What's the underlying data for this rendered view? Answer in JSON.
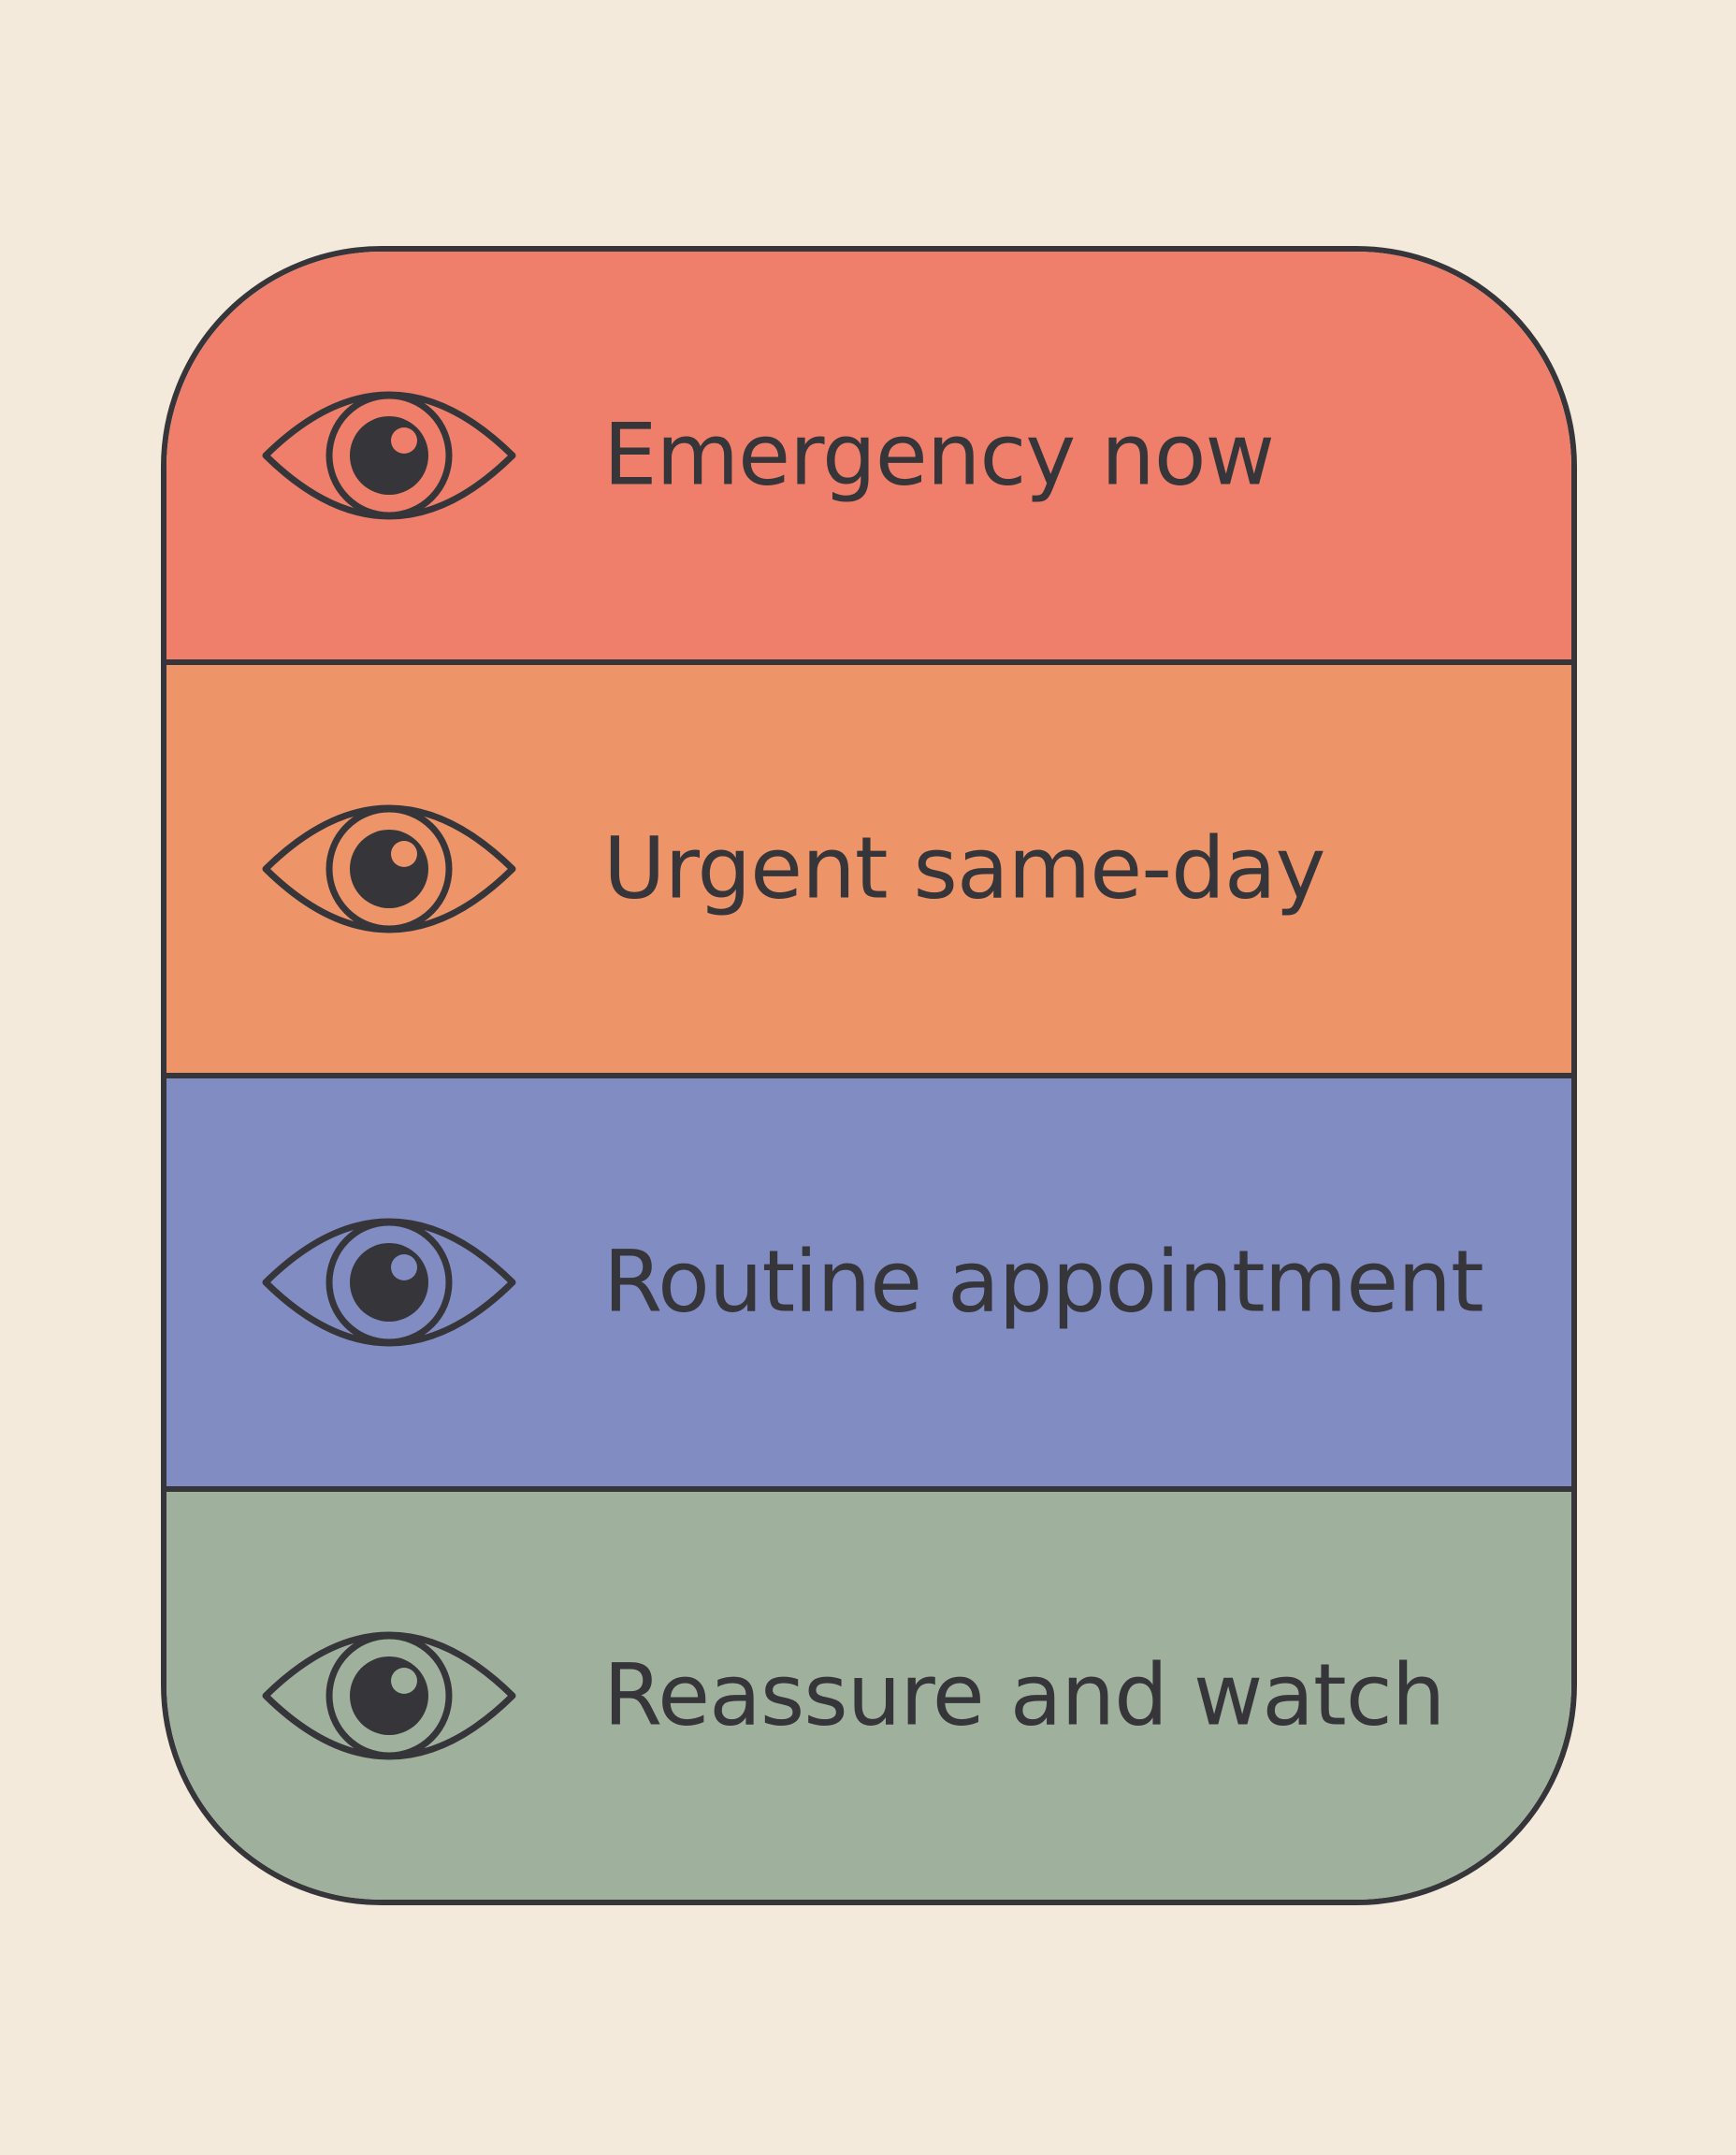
{
  "card": {
    "rows": [
      {
        "label": "Emergency now",
        "color": "#ef7f6a",
        "icon": "eye-icon"
      },
      {
        "label": "Urgent same-day",
        "color": "#ee9469",
        "icon": "eye-icon"
      },
      {
        "label": "Routine appointment",
        "color": "#818cc2",
        "icon": "eye-icon"
      },
      {
        "label": "Reassure and watch",
        "color": "#9fb19d",
        "icon": "eye-icon"
      }
    ]
  },
  "colors": {
    "background": "#f4eadb",
    "outline": "#35353a",
    "text": "#35353a"
  }
}
